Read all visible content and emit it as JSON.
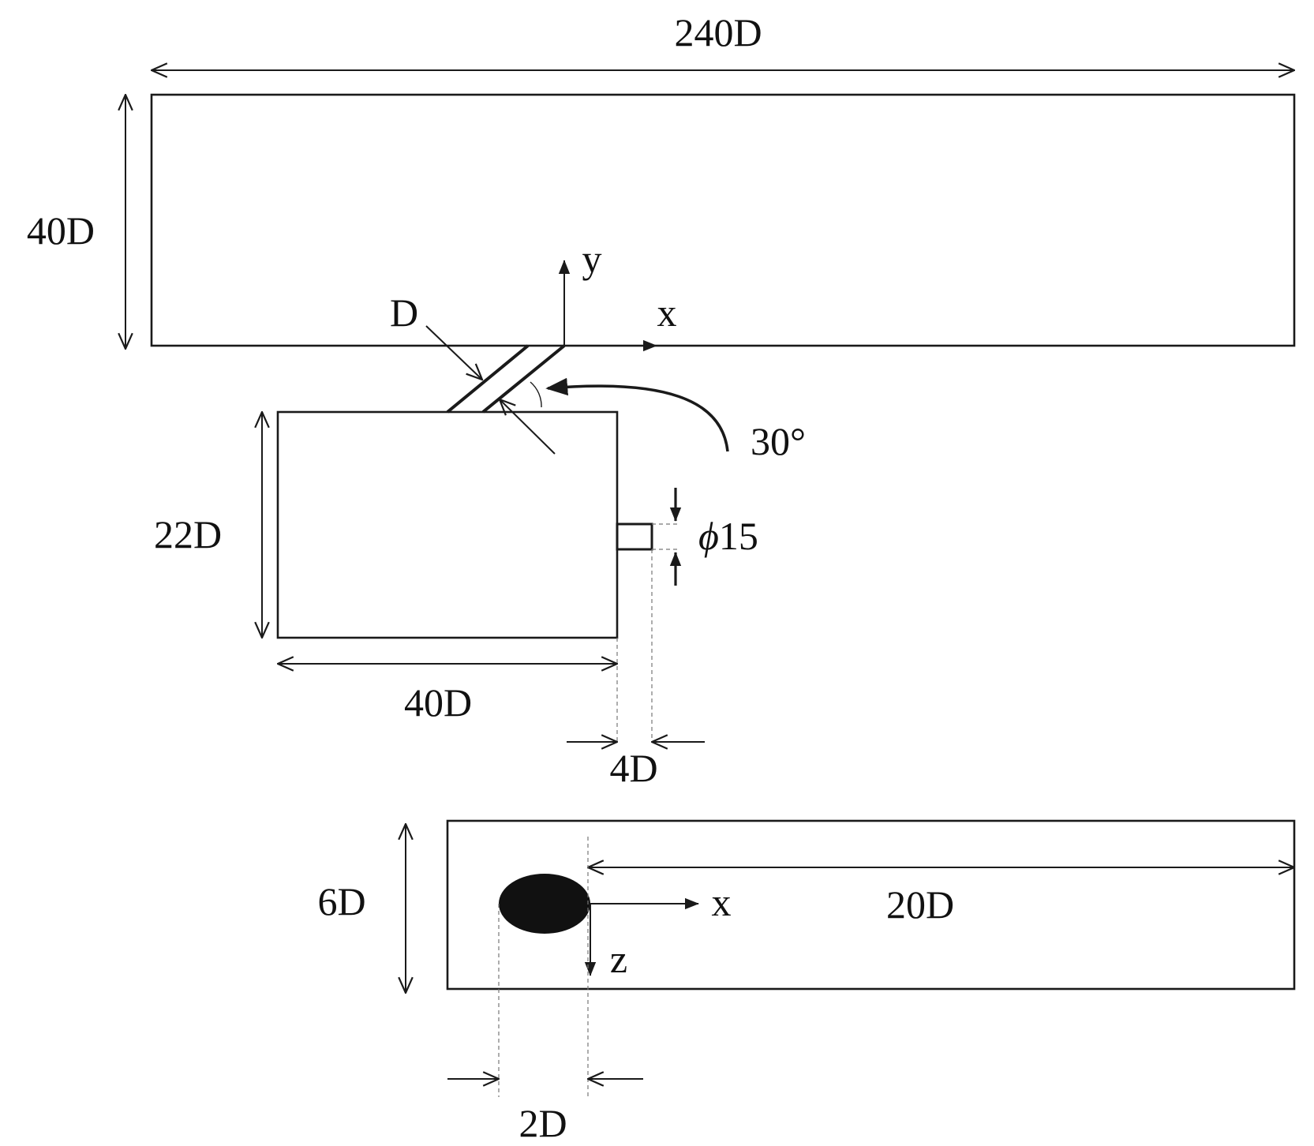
{
  "labels": {
    "main_width": "240D",
    "main_height": "40D",
    "axis_y": "y",
    "axis_x_top": "x",
    "pipe_diameter": "D",
    "angle": "30°",
    "plenum_height": "22D",
    "plenum_width": "40D",
    "hole_diameter_symbol": "ϕ",
    "hole_diameter_value": "15",
    "hole_length": "4D",
    "bottom_height": "6D",
    "axis_x_bottom": "x",
    "axis_z": "z",
    "bottom_length": "20D",
    "ellipse_width": "2D"
  },
  "colors": {
    "line": "#1a1a1a",
    "dashed": "#777777"
  }
}
